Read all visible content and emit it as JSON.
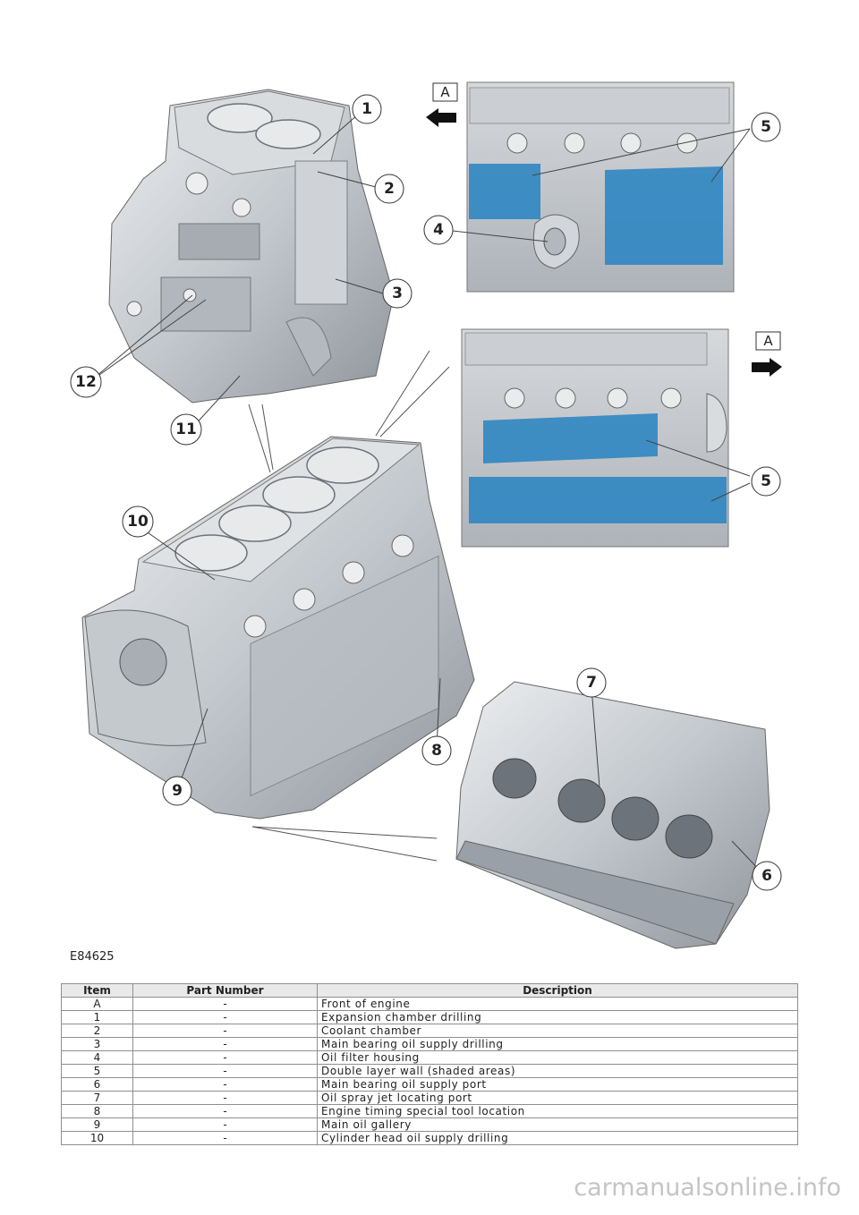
{
  "figure": {
    "id": "E84625",
    "view_label": "A",
    "callouts": [
      "1",
      "2",
      "3",
      "4",
      "5",
      "5",
      "6",
      "7",
      "8",
      "9",
      "10",
      "11",
      "12"
    ],
    "colors": {
      "highlight": "#2f86c2",
      "metal": "#c9cdd2",
      "metal_dark": "#8d9299",
      "panel_bg": "#b9bec4",
      "leader": "#444444"
    }
  },
  "table": {
    "headers": {
      "item": "Item",
      "part": "Part Number",
      "desc": "Description"
    },
    "rows": [
      {
        "item": "A",
        "part": "-",
        "desc": "Front of engine"
      },
      {
        "item": "1",
        "part": "-",
        "desc": "Expansion chamber drilling"
      },
      {
        "item": "2",
        "part": "-",
        "desc": "Coolant chamber"
      },
      {
        "item": "3",
        "part": "-",
        "desc": "Main bearing oil supply drilling"
      },
      {
        "item": "4",
        "part": "-",
        "desc": "Oil filter housing"
      },
      {
        "item": "5",
        "part": "-",
        "desc": "Double layer wall (shaded areas)"
      },
      {
        "item": "6",
        "part": "-",
        "desc": "Main bearing oil supply port"
      },
      {
        "item": "7",
        "part": "-",
        "desc": "Oil spray jet locating port"
      },
      {
        "item": "8",
        "part": "-",
        "desc": "Engine timing special tool location"
      },
      {
        "item": "9",
        "part": "-",
        "desc": "Main oil gallery"
      },
      {
        "item": "10",
        "part": "-",
        "desc": "Cylinder head oil supply drilling"
      }
    ]
  },
  "watermark": "carmanualsonline.info"
}
